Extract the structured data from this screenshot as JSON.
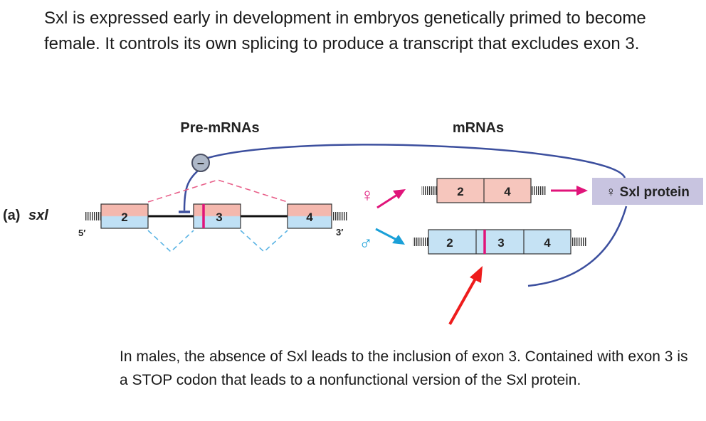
{
  "intro_text": "Sxl is expressed early in development in embryos genetically primed to become female. It controls its own splicing to produce a transcript that excludes exon 3.",
  "outro_text": "In males, the absence of Sxl  leads to the inclusion of exon 3. Contained with exon 3 is a STOP codon that leads to a nonfunctional version of the Sxl protein.",
  "diagram": {
    "panel_label": "(a)",
    "gene_name": "sxl",
    "pre_mrna_title": "Pre-mRNAs",
    "mrna_title": "mRNAs",
    "five_prime": "5′",
    "three_prime": "3′",
    "inhibition_symbol": "–",
    "female_symbol": "♀",
    "male_symbol": "♂",
    "protein_label": "♀ Sxl protein",
    "pre_mrna_exons": [
      "2",
      "3",
      "4"
    ],
    "female_mrna_exons": [
      "2",
      "4"
    ],
    "male_mrna_exons": [
      "2",
      "3",
      "4"
    ],
    "colors": {
      "exon_top": "#f4b8ae",
      "exon_bottom": "#bfe0f5",
      "female_exon": "#f6c6bd",
      "male_exon": "#c5e2f4",
      "stop_codon": "#e0147a",
      "female_arrow": "#e0147a",
      "male_arrow": "#1aa0d8",
      "feedback_line": "#3c4f9e",
      "protein_box": "#c8c4e0",
      "highlight_arrow": "#ee1c1c"
    }
  }
}
